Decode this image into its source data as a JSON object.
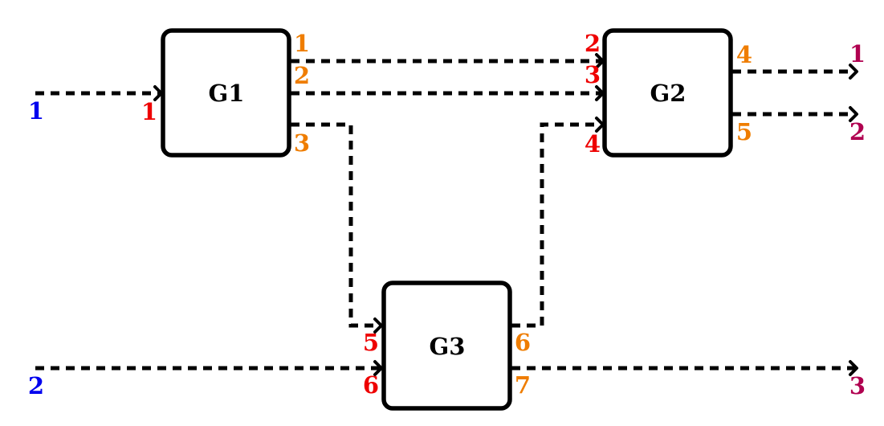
{
  "colors": {
    "system_input": "#0000ee",
    "block_input": "#ee0000",
    "block_output": "#ef7d00",
    "system_output": "#b00050",
    "line": "#000000"
  },
  "blocks": {
    "g1": {
      "name": "G1"
    },
    "g2": {
      "name": "G2"
    },
    "g3": {
      "name": "G3"
    }
  },
  "system_inputs": [
    "1",
    "2"
  ],
  "system_outputs": [
    "1",
    "2",
    "3"
  ],
  "ports": {
    "g1_in": [
      "1"
    ],
    "g1_out": [
      "1",
      "2",
      "3"
    ],
    "g2_in": [
      "2",
      "3",
      "4"
    ],
    "g2_out": [
      "4",
      "5"
    ],
    "g3_in": [
      "5",
      "6"
    ],
    "g3_out": [
      "6",
      "7"
    ]
  }
}
